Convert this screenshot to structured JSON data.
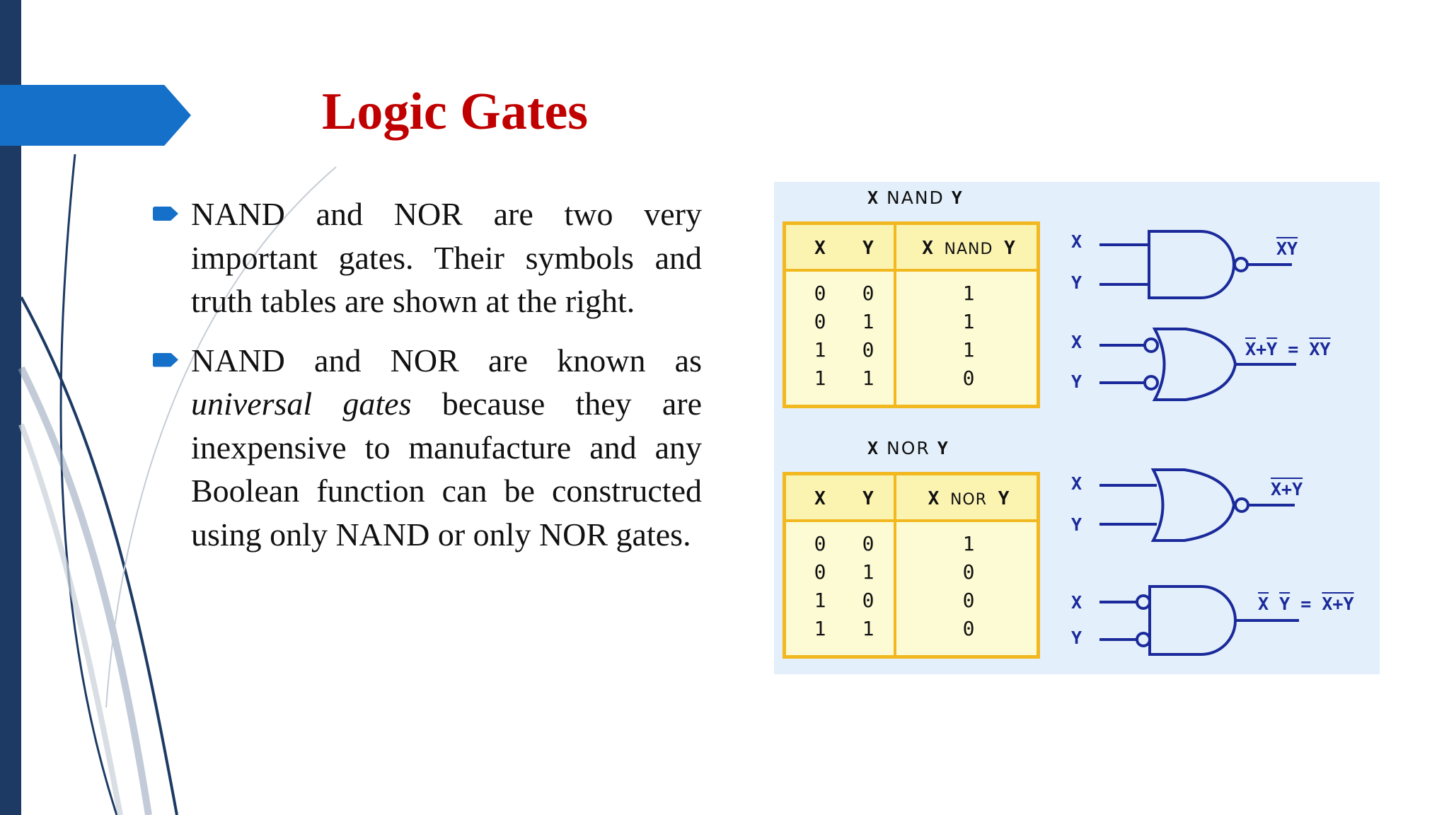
{
  "title": "Logic Gates",
  "bullets": [
    {
      "parts": [
        "NAND and NOR are two very important gates. Their symbols and truth tables are shown at the right."
      ]
    },
    {
      "pre": "NAND and NOR are known as ",
      "em": "universal gates",
      "post": " because they are inexpensive to manufacture and any Boolean function can be constructed using only NAND or only NOR gates."
    }
  ],
  "nand_table": {
    "caption_x": "X",
    "caption_op": "NAND",
    "caption_y": "Y",
    "head": {
      "x": "X",
      "y": "Y",
      "op_x": "X",
      "op": "NAND",
      "op_y": "Y"
    },
    "rows": [
      {
        "x": "0",
        "y": "0",
        "out": "1"
      },
      {
        "x": "0",
        "y": "1",
        "out": "1"
      },
      {
        "x": "1",
        "y": "0",
        "out": "1"
      },
      {
        "x": "1",
        "y": "1",
        "out": "0"
      }
    ]
  },
  "nor_table": {
    "caption_x": "X",
    "caption_op": "NOR",
    "caption_y": "Y",
    "head": {
      "x": "X",
      "y": "Y",
      "op_x": "X",
      "op": "NOR",
      "op_y": "Y"
    },
    "rows": [
      {
        "x": "0",
        "y": "0",
        "out": "1"
      },
      {
        "x": "0",
        "y": "1",
        "out": "0"
      },
      {
        "x": "1",
        "y": "0",
        "out": "0"
      },
      {
        "x": "1",
        "y": "1",
        "out": "0"
      }
    ]
  },
  "gates": {
    "nand": {
      "in_x": "X",
      "in_y": "Y",
      "out": "XY"
    },
    "or_inverted": {
      "in_x": "X",
      "in_y": "Y",
      "out_x": "X",
      "plus": "+",
      "out_y": "Y",
      "eq": "=",
      "out_rhs": "XY"
    },
    "nor": {
      "in_x": "X",
      "in_y": "Y",
      "out": "X+Y"
    },
    "and_inverted": {
      "in_x": "X",
      "in_y": "Y",
      "out_x": "X",
      "out_y": "Y",
      "eq": "=",
      "out_rhs": "X+Y"
    }
  },
  "colors": {
    "title": "#c00000",
    "accent": "#1570c9",
    "bar": "#1c3a63",
    "gate": "#1b2a9a",
    "table_border": "#f2b820",
    "panel": "#e3f0fb"
  }
}
